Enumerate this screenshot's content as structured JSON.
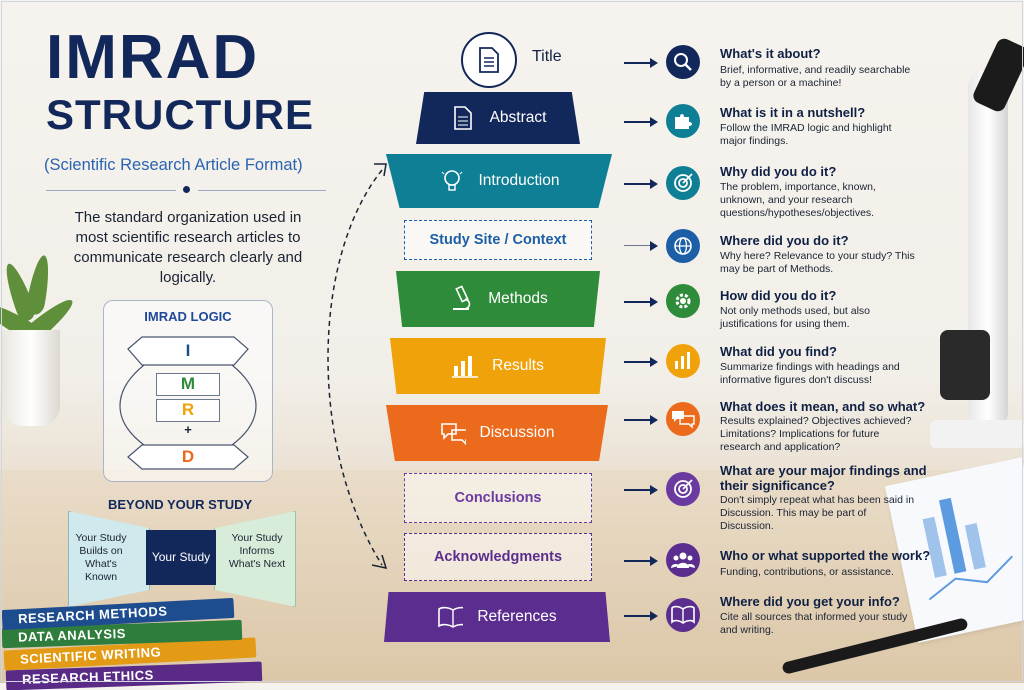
{
  "header": {
    "title_line1": "IMRAD",
    "title_line2": "STRUCTURE",
    "subtitle": "(Scientific Research Article Format)",
    "description": "The standard organization used in most scientific research articles to communicate research clearly and logically."
  },
  "imrad_logic": {
    "title": "IMRAD LOGIC",
    "letters": [
      "I",
      "M",
      "R",
      "+",
      "D"
    ]
  },
  "beyond": {
    "title": "BEYOND YOUR STUDY",
    "left": "Your Study Builds on What's Known",
    "center": "Your Study",
    "right": "Your Study Informs What's Next"
  },
  "books": [
    "RESEARCH METHODS",
    "DATA ANALYSIS",
    "SCIENTIFIC WRITING",
    "RESEARCH ETHICS"
  ],
  "sections": [
    {
      "label": "Title",
      "icon": "document-icon",
      "question": "What's it about?",
      "answer": "Brief, informative, and readily searchable by a person or a machine!",
      "answer_icon": "magnifier-icon",
      "color": "#13285a"
    },
    {
      "label": "Abstract",
      "icon": "document-icon",
      "question": "What is it in a nutshell?",
      "answer": "Follow the IMRAD logic and highlight major findings.",
      "answer_icon": "puzzle-icon",
      "color": "#13285a"
    },
    {
      "label": "Introduction",
      "icon": "lightbulb-icon",
      "question": "Why did you do it?",
      "answer": "The problem, importance, known, unknown, and your research questions/hypotheses/objectives.",
      "answer_icon": "target-icon",
      "color": "#0e7f94"
    },
    {
      "label": "Study Site / Context",
      "icon": "",
      "question": "Where did you do it?",
      "answer": "Why here? Relevance to your study? This may be part of Methods.",
      "answer_icon": "globe-icon",
      "color": "#1d5fa6"
    },
    {
      "label": "Methods",
      "icon": "microscope-icon",
      "question": "How did you do it?",
      "answer": "Not only methods used, but also justifications for using them.",
      "answer_icon": "gear-icon",
      "color": "#2e8b3a"
    },
    {
      "label": "Results",
      "icon": "bar-chart-icon",
      "question": "What did you find?",
      "answer": "Summarize findings with headings and informative figures don't discuss!",
      "answer_icon": "bar-chart-icon",
      "color": "#f0a20a"
    },
    {
      "label": "Discussion",
      "icon": "speech-bubbles-icon",
      "question": "What does it mean, and so what?",
      "answer": "Results explained? Objectives achieved? Limitations? Implications for future research and application?",
      "answer_icon": "speech-bubbles-icon",
      "color": "#ec6a1c"
    },
    {
      "label": "Conclusions",
      "icon": "",
      "question": "What are your major findings and their significance?",
      "answer": "Don't simply repeat what has been said in Discussion. This may be part of Discussion.",
      "answer_icon": "target-icon",
      "color": "#6b3aa0"
    },
    {
      "label": "Acknowledgments",
      "icon": "",
      "question": "Who or what supported the work?",
      "answer": "Funding, contributions, or assistance.",
      "answer_icon": "people-icon",
      "color": "#5b2d8e"
    },
    {
      "label": "References",
      "icon": "open-book-icon",
      "question": "Where did you get your info?",
      "answer": "Cite all sources that informed your study and writing.",
      "answer_icon": "open-book-icon",
      "color": "#5b2d8e"
    }
  ]
}
